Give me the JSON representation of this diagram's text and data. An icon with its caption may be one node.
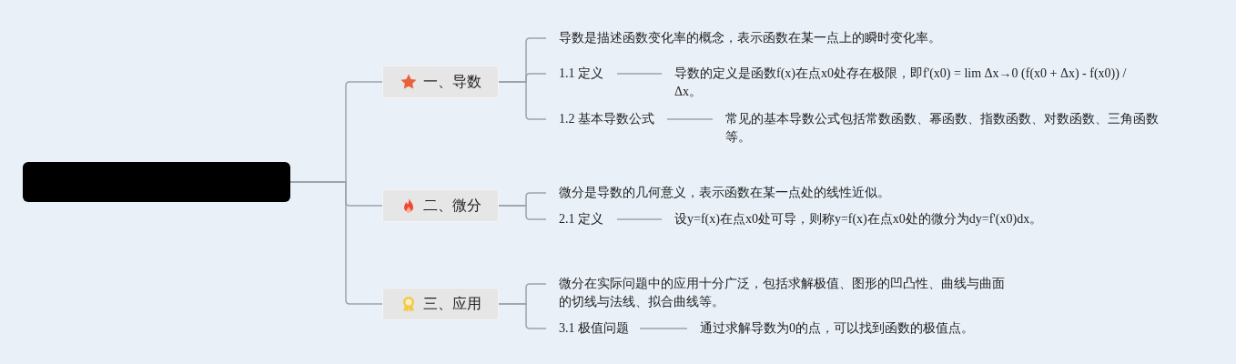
{
  "diagram": {
    "nodes": [
      {
        "text": [],
        "shape": "box"
      },
      {
        "text": [
          "一、导数"
        ]
      },
      {
        "text": [
          "导数是描述函数变化率的概念，表示函数在某一点上的瞬时变化率。"
        ]
      },
      {
        "text": [
          "1.1 定义"
        ]
      },
      {
        "text": [
          "导数的定义是函数f(x)在点x0处存在极限，即f'(x0) = lim Δx→0 (f(x0 + Δx) - f(x0)) / Δx。"
        ]
      },
      {
        "text": [
          "1.2 基本导数公式"
        ]
      },
      {
        "text": [
          "常见的基本导数公式包括常数函数、幂函数、指数函数、对数函数、三角函数等。"
        ]
      },
      {
        "text": [
          "二、微分"
        ]
      },
      {
        "text": [
          "微分是导数的几何意义，表示函数在某一点处的线性近似。"
        ]
      },
      {
        "text": [
          "2.1 定义"
        ]
      },
      {
        "text": [
          "设y=f(x)在点x0处可导，则称y=f(x)在点x0处的微分为dy=f'(x0)dx。"
        ]
      },
      {
        "text": [
          "三、应用"
        ]
      },
      {
        "text": [
          "微分在实际问题中的应用十分广泛，包括求解极值、图形的凹凸性、曲线与曲面的切线与法线、拟合曲线等。"
        ]
      },
      {
        "text": [
          "3.1 极值问题"
        ]
      },
      {
        "text": [
          "通过求解导数为0的点，可以找到函数的极值点。"
        ]
      }
    ],
    "edges": [
      {
        "from": 0,
        "to": 1,
        "arrow": "none"
      },
      {
        "from": 0,
        "to": 7,
        "arrow": "none"
      },
      {
        "from": 0,
        "to": 11,
        "arrow": "none"
      },
      {
        "from": 1,
        "to": 2,
        "arrow": "none"
      },
      {
        "from": 1,
        "to": 3,
        "arrow": "none"
      },
      {
        "from": 1,
        "to": 5,
        "arrow": "none"
      },
      {
        "from": 3,
        "to": 4,
        "arrow": "none"
      },
      {
        "from": 5,
        "to": 6,
        "arrow": "none"
      },
      {
        "from": 7,
        "to": 8,
        "arrow": "none"
      },
      {
        "from": 7,
        "to": 9,
        "arrow": "none"
      },
      {
        "from": 9,
        "to": 10,
        "arrow": "none"
      },
      {
        "from": 11,
        "to": 12,
        "arrow": "none"
      },
      {
        "from": 11,
        "to": 13,
        "arrow": "none"
      },
      {
        "from": 13,
        "to": 14,
        "arrow": "none"
      }
    ]
  }
}
